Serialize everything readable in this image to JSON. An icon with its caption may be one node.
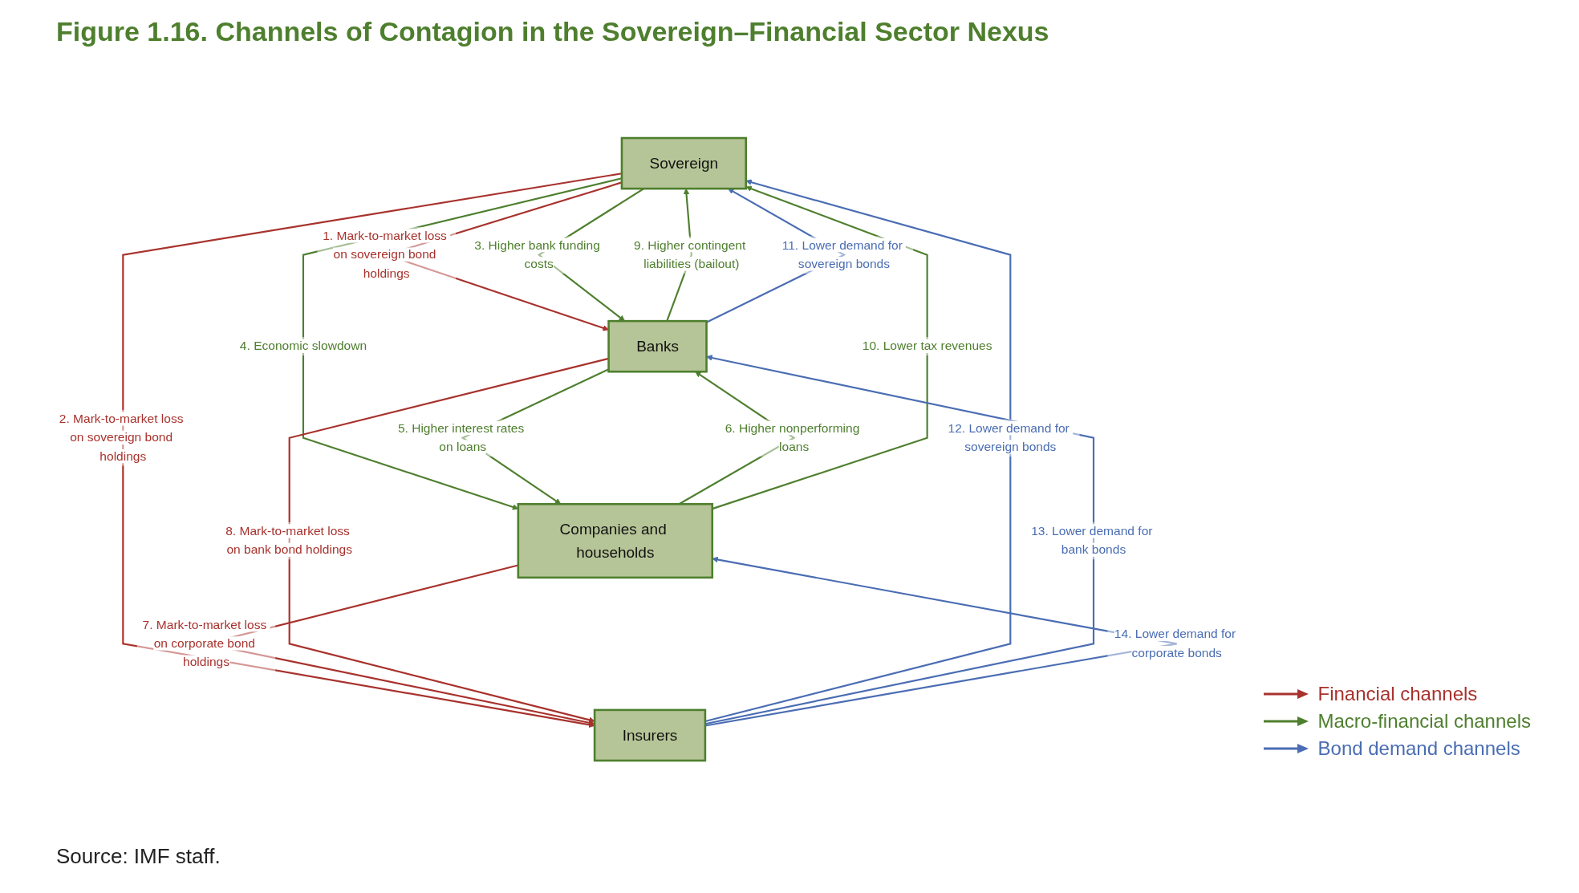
{
  "diagram": {
    "title": "Figure 1.16. Channels of Contagion in the Sovereign–Financial Sector Nexus",
    "caption": "Source: IMF staff.",
    "nodes": [
      {
        "text": [
          "Sovereign"
        ]
      },
      {
        "text": [
          "Banks"
        ]
      },
      {
        "text": [
          "Insurers"
        ]
      },
      {
        "text": [
          "Companies and households"
        ]
      }
    ],
    "edges": [
      {
        "from": 0,
        "to": 1,
        "arrow": "to",
        "label": "1. Mark-to-market loss on sovereign bond holdings",
        "color": "#a8322d"
      },
      {
        "from": 0,
        "to": 2,
        "arrow": "to",
        "label": "2. Mark-to-market loss on sovereign bond holdings",
        "color": "#a8322d"
      },
      {
        "from": 0,
        "to": 1,
        "arrow": "to",
        "label": "3. Higher bank funding costs"
      },
      {
        "from": 0,
        "to": 3,
        "arrow": "to",
        "label": "4. Economic slowdown"
      },
      {
        "from": 1,
        "to": 3,
        "arrow": "to",
        "label": "5. Higher interest rates on loans"
      },
      {
        "from": 3,
        "to": 1,
        "arrow": "to",
        "label": "6. Higher nonperforming loans"
      },
      {
        "from": 3,
        "to": 2,
        "arrow": "to",
        "label": "7. Mark-to-market loss on corporate bond holdings",
        "color": "#a8322d"
      },
      {
        "from": 1,
        "to": 2,
        "arrow": "to",
        "label": "8. Mark-to-market loss on bank bond holdings",
        "color": "#a8322d"
      },
      {
        "from": 1,
        "to": 0,
        "arrow": "to",
        "label": "9. Higher contingent liabilities (bailout)"
      },
      {
        "from": 3,
        "to": 0,
        "arrow": "to",
        "label": "10. Lower tax revenues"
      },
      {
        "from": 1,
        "to": 0,
        "arrow": "to",
        "label": "11. Lower demand for sovereign bonds",
        "color": "#4a6db3"
      },
      {
        "from": 2,
        "to": 0,
        "arrow": "to",
        "label": "12. Lower demand for sovereign bonds",
        "color": "#4a6db3"
      },
      {
        "from": 2,
        "to": 1,
        "arrow": "to",
        "label": "13. Lower demand for bank bonds",
        "color": "#4a6db3"
      },
      {
        "from": 2,
        "to": 3,
        "arrow": "to",
        "label": "14. Lower demand for corporate bonds",
        "color": "#4a6db3"
      }
    ],
    "legend": [
      {
        "text": "Financial channels"
      },
      {
        "text": "Macro-financial channels"
      },
      {
        "text": "Bond demand channels"
      }
    ]
  }
}
